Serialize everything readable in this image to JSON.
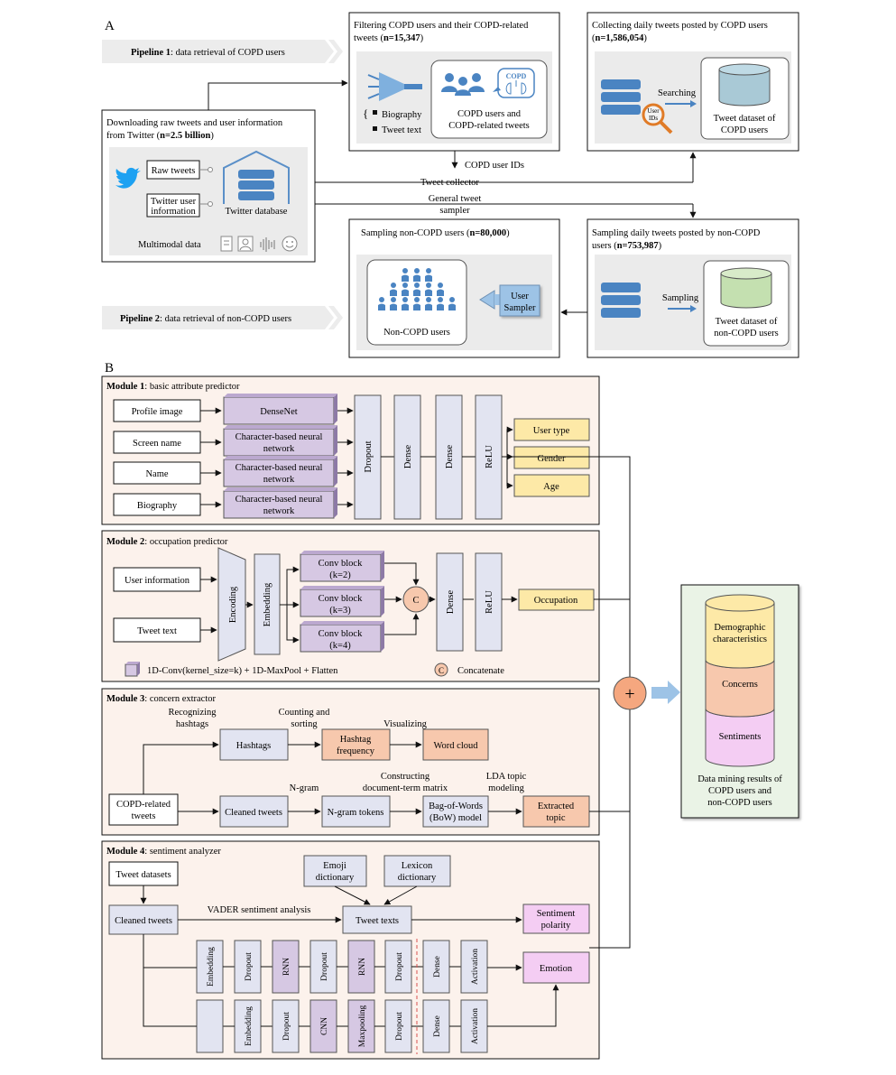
{
  "panel_labels": {
    "a": "A",
    "b": "B"
  },
  "colors": {
    "purple": "#d6c8e3",
    "lavender": "#e2e4f1",
    "yellow": "#fde9a7",
    "salmon": "#f7c8ad",
    "pink": "#f4cdf3",
    "gray_bg": "#ebebeb",
    "module_bg": "#fcf2ec",
    "result_bg": "#eaf3e6",
    "blue": "#4a84c2",
    "light_blue": "#9dc3e6",
    "orange_circle": "#f5a77f"
  },
  "A": {
    "pipeline1": {
      "bold": "Pipeline 1",
      "rest": ": data retrieval of COPD users"
    },
    "pipeline2": {
      "bold": "Pipeline 2",
      "rest": ": data retrieval of non-COPD users"
    },
    "download": {
      "line1": "Downloading raw tweets and user information",
      "line2_pre": "from Twitter (",
      "line2_bold": "n=2.5 billion",
      "line2_post": ")",
      "raw_tweets": "Raw tweets",
      "user_info_1": "Twitter user",
      "user_info_2": "information",
      "database": "Twitter database",
      "multimodal": "Multimodal data",
      "icons": [
        "twitter-bird-icon",
        "document-icon",
        "user-icon",
        "audio-icon",
        "emoji-icon"
      ]
    },
    "filter": {
      "line1": "Filtering COPD users and their COPD-related",
      "line2_pre": "tweets (",
      "line2_bold": "n=15,347",
      "line2_post": ")",
      "bullet1": "Biography",
      "bullet2": "Tweet text",
      "result1": "COPD users and",
      "result2": "COPD-related tweets",
      "badge": "COPD"
    },
    "collect": {
      "line1": "Collecting daily tweets posted by COPD users",
      "line2_pre": "(",
      "line2_bold": "n=1,586,054",
      "line2_post": ")",
      "searching": "Searching",
      "user_ids_1": "User",
      "user_ids_2": "IDs",
      "db1": "Tweet dataset of",
      "db2": "COPD users"
    },
    "arrow_labels": {
      "copd_ids": "COPD user IDs",
      "tweet_collector": "Tweet collector",
      "general_sampler_1": "General tweet",
      "general_sampler_2": "sampler"
    },
    "sample_noncopd": {
      "line1_pre": "Sampling non-COPD users (",
      "line1_bold": "n=80,000",
      "line1_post": ")",
      "users_label": "Non-COPD users",
      "sampler1": "User",
      "sampler2": "Sampler"
    },
    "sample_daily": {
      "line1": "Sampling daily tweets posted by non-COPD",
      "line2_pre": "users (",
      "line2_bold": "n=753,987",
      "line2_post": ")",
      "sampling": "Sampling",
      "db1": "Tweet dataset of",
      "db2": "non-COPD users"
    }
  },
  "B": {
    "module1": {
      "title_bold": "Module 1",
      "title_rest": ": basic attribute predictor",
      "inputs": [
        "Profile image",
        "Screen name",
        "Name",
        "Biography"
      ],
      "nets": [
        {
          "l1": "DenseNet",
          "l2": ""
        },
        {
          "l1": "Character-based neural",
          "l2": "network"
        },
        {
          "l1": "Character-based neural",
          "l2": "network"
        },
        {
          "l1": "Character-based neural",
          "l2": "network"
        }
      ],
      "layers": [
        "Dropout",
        "Dense",
        "Dense",
        "ReLU"
      ],
      "outputs": [
        "User type",
        "Gender",
        "Age"
      ]
    },
    "module2": {
      "title_bold": "Module 2",
      "title_rest": ": occupation predictor",
      "inputs": [
        "User information",
        "Tweet text"
      ],
      "encoding": "Encoding",
      "embedding": "Embedding",
      "convs": [
        {
          "l1": "Conv block",
          "l2": "(k=2)"
        },
        {
          "l1": "Conv block",
          "l2": "(k=3)"
        },
        {
          "l1": "Conv block",
          "l2": "(k=4)"
        }
      ],
      "concat_symbol": "C",
      "dense": "Dense",
      "relu": "ReLU",
      "output": "Occupation",
      "legend_conv": "1D-Conv(kernel_size=k) + 1D-MaxPool + Flatten",
      "legend_concat": "Concatenate"
    },
    "module3": {
      "title_bold": "Module 3",
      "title_rest": ": concern extractor",
      "input1": "COPD-related",
      "input2": "tweets",
      "hashtags": "Hashtags",
      "hash_freq1": "Hashtag",
      "hash_freq2": "frequency",
      "word_cloud": "Word cloud",
      "cleaned": "Cleaned tweets",
      "ngram_tokens": "N-gram tokens",
      "bow1": "Bag-of-Words",
      "bow2": "(BoW) model",
      "topic1": "Extracted",
      "topic2": "topic",
      "lbl_recog1": "Recognizing",
      "lbl_recog2": "hashtags",
      "lbl_count1": "Counting and",
      "lbl_count2": "sorting",
      "lbl_vis": "Visualizing",
      "lbl_ngram": "N-gram",
      "lbl_construct1": "Constructing",
      "lbl_construct2": "document-term matrix",
      "lbl_lda1": "LDA topic",
      "lbl_lda2": "modeling"
    },
    "module4": {
      "title_bold": "Module 4",
      "title_rest": ": sentiment analyzer",
      "datasets": "Tweet datasets",
      "cleaned": "Cleaned tweets",
      "emoji1": "Emoji",
      "emoji2": "dictionary",
      "lexicon1": "Lexicon",
      "lexicon2": "dictionary",
      "vader": "VADER sentiment analysis",
      "tweet_texts": "Tweet texts",
      "polarity1": "Sentiment",
      "polarity2": "polarity",
      "emotion": "Emotion",
      "rnn_row": [
        "Embedding",
        "Dropout",
        "RNN",
        "Dropout",
        "RNN",
        "Dropout",
        "Dense",
        "Activation"
      ],
      "cnn_row": [
        "Embedding",
        "Dropout",
        "CNN",
        "Maxpooling",
        "Dropout",
        "Dense",
        "Activation"
      ]
    },
    "plus_symbol": "+",
    "results": {
      "cyl1_1": "Demographic",
      "cyl1_2": "characteristics",
      "cyl2": "Concerns",
      "cyl3": "Sentiments",
      "cap1": "Data mining results of",
      "cap2": "COPD users and",
      "cap3": "non-COPD users"
    }
  }
}
